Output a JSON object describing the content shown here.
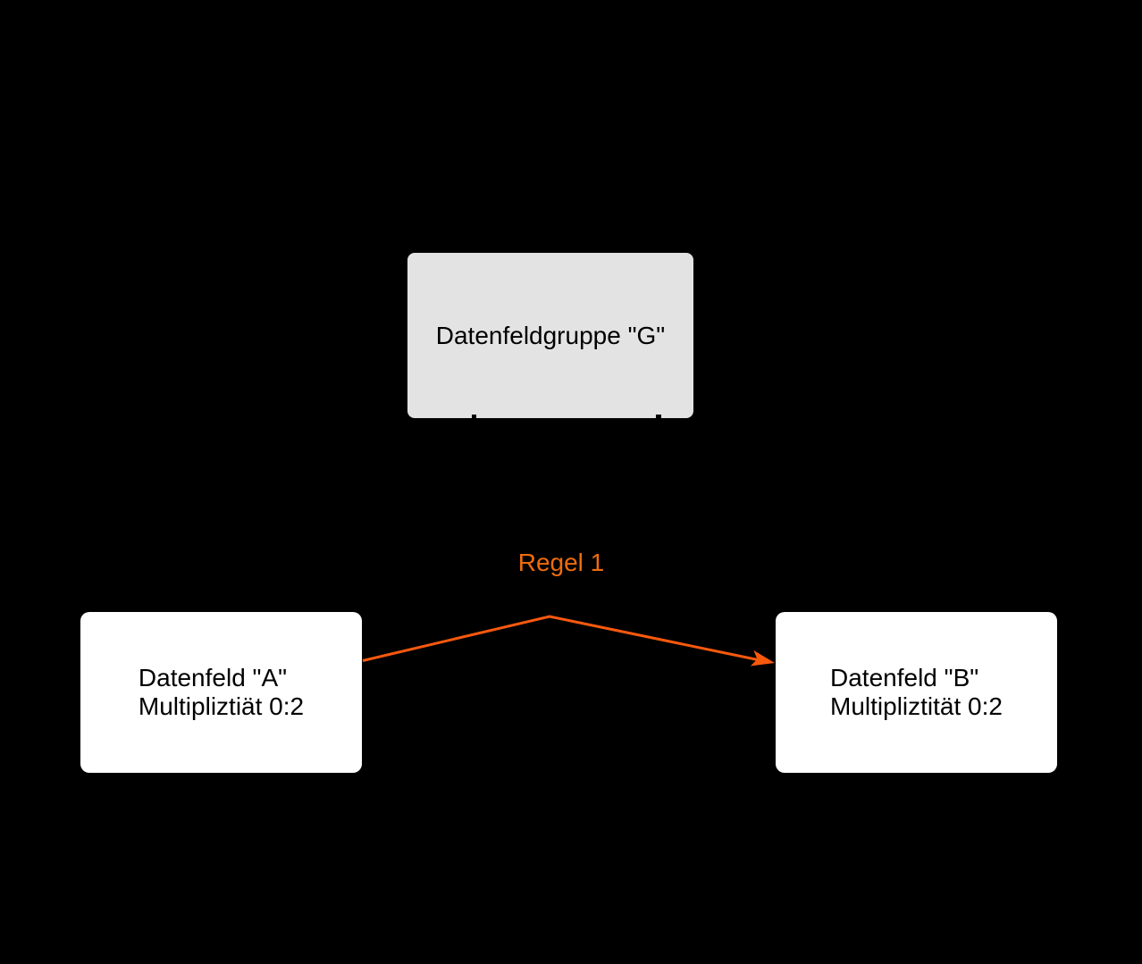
{
  "diagram": {
    "background_color": "#000000",
    "group_box": {
      "label": "Datenfeldgruppe \"G\"",
      "fill": "#e3e3e3",
      "text_color": "#000000"
    },
    "field_a": {
      "line1": "Datenfeld \"A\"",
      "line2": "Multipliztiät 0:2",
      "fill": "#ffffff",
      "text_color": "#000000"
    },
    "field_b": {
      "line1": "Datenfeld \"B\"",
      "line2": "Multipliztität 0:2",
      "fill": "#ffffff",
      "text_color": "#000000"
    },
    "rule": {
      "label": "Regel 1",
      "label_color": "#ed6c0e",
      "arrow_color": "#f8590d",
      "from": "Datenfeld \"A\"",
      "to": "Datenfeld \"B\""
    }
  }
}
